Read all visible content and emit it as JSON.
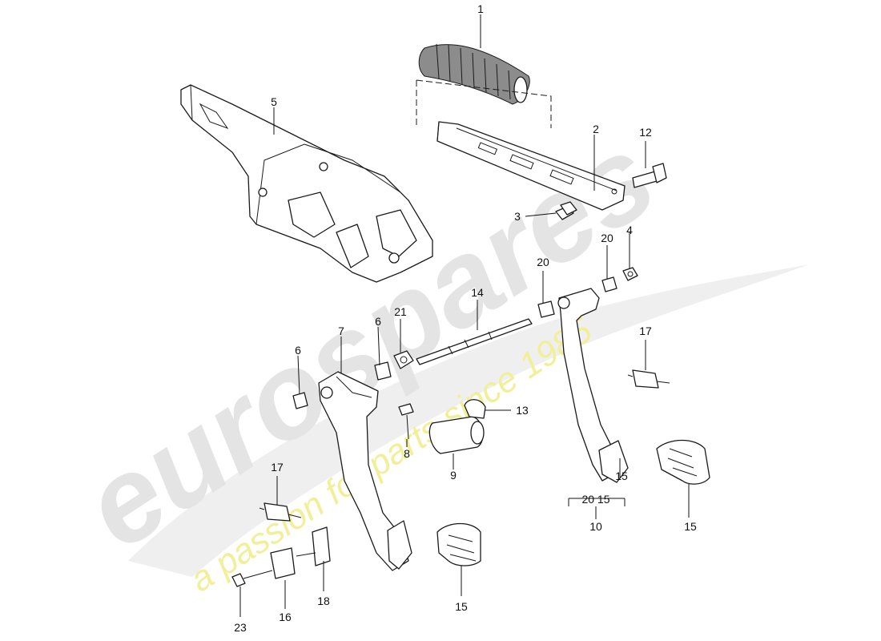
{
  "watermark": {
    "brand": "eurospares",
    "tagline": "a passion for parts since 1985",
    "brand_color": "#e4e4e4",
    "tagline_color": "#f1ef9a"
  },
  "colors": {
    "line": "#1a1a1a",
    "shade": "#8c8c8c",
    "background": "#ffffff"
  },
  "callouts": {
    "c1": "1",
    "c2": "2",
    "c3": "3",
    "c4": "4",
    "c5": "5",
    "c6a": "6",
    "c6b": "6",
    "c7": "7",
    "c8": "8",
    "c9": "9",
    "c10": "10",
    "c10_sub": "20 15",
    "c12": "12",
    "c13": "13",
    "c14": "14",
    "c15a": "15",
    "c15b": "15",
    "c15c": "15",
    "c16": "16",
    "c17a": "17",
    "c17b": "17",
    "c18": "18",
    "c20a": "20",
    "c20b": "20",
    "c21": "21",
    "c23": "23"
  }
}
